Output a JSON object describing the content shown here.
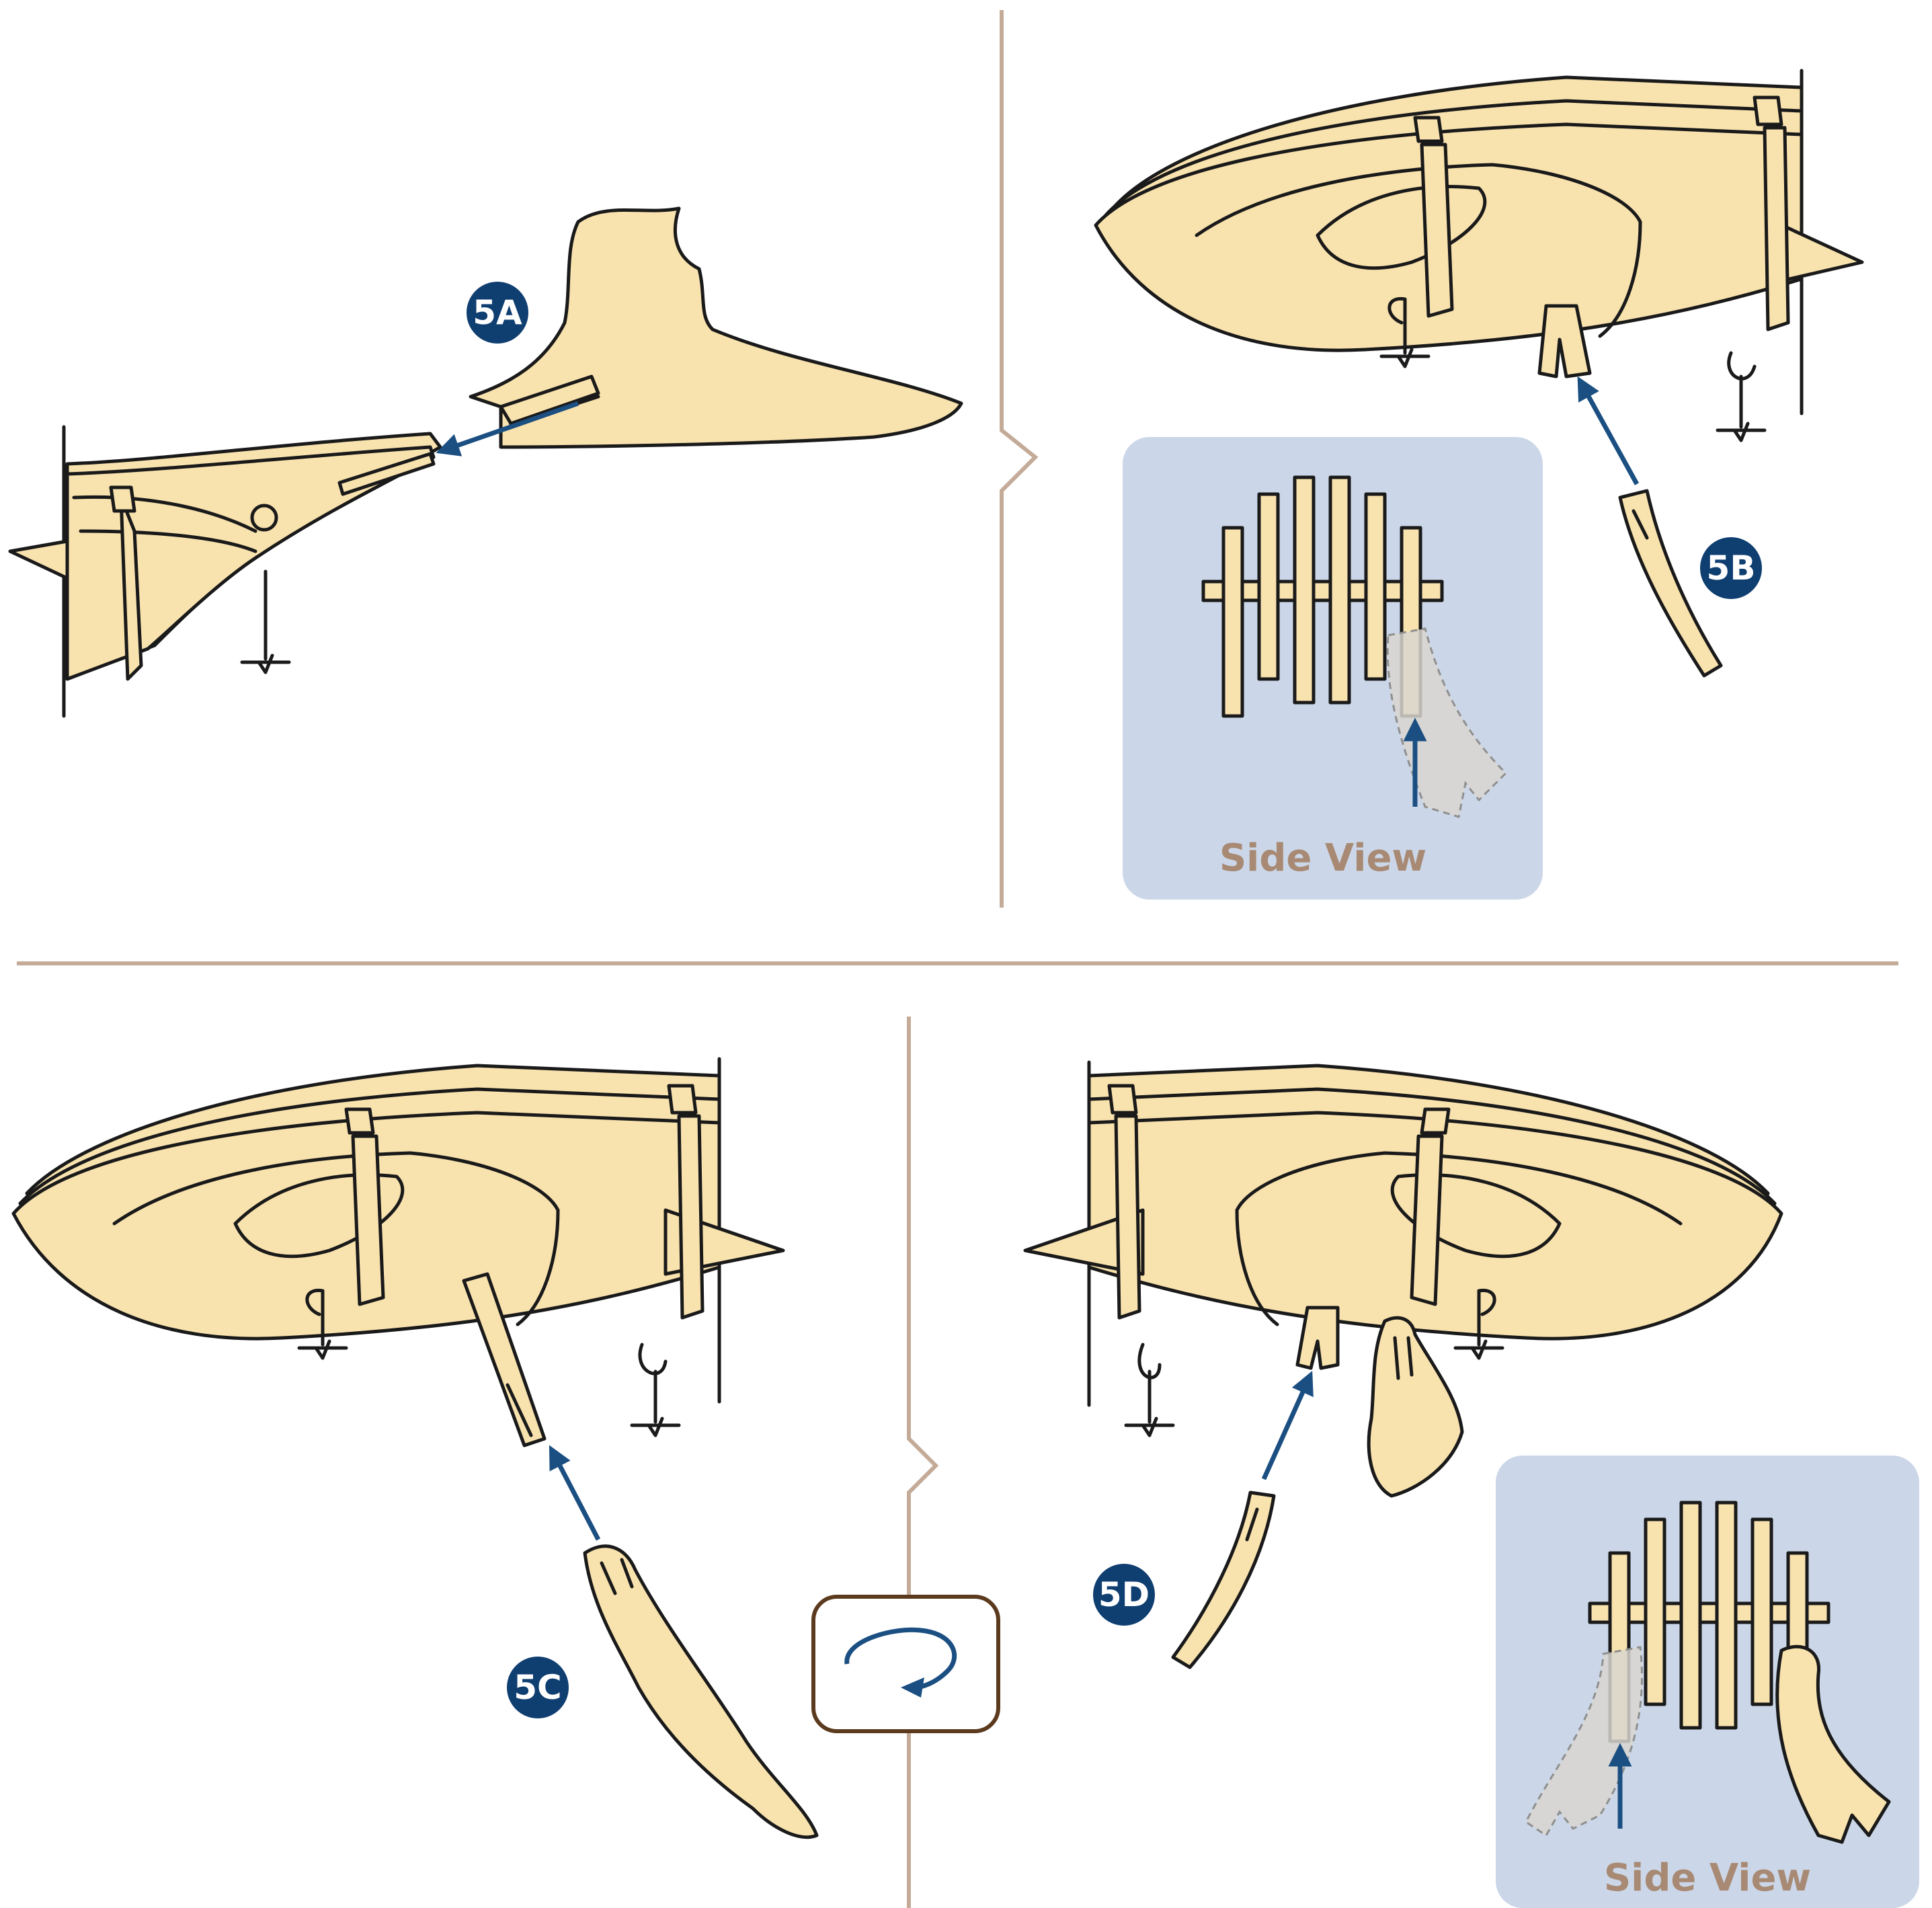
{
  "steps": {
    "a": {
      "label": "5A"
    },
    "b": {
      "label": "5B"
    },
    "c": {
      "label": "5C"
    },
    "d": {
      "label": "5D"
    }
  },
  "side_view": {
    "top_label": "Side View",
    "bottom_label": "Side View"
  },
  "colors": {
    "wood": "#f8e2ae",
    "outline": "#1a1a1a",
    "badge": "#0f3e71",
    "arrow": "#1b4f82",
    "divider": "#c4ab98",
    "inset_panel": "#cbd7e8",
    "side_view_text": "#a88a74",
    "rotate_box_border": "#5b3a1e"
  },
  "icons": {
    "rotate": "rotate-arrow-icon"
  }
}
